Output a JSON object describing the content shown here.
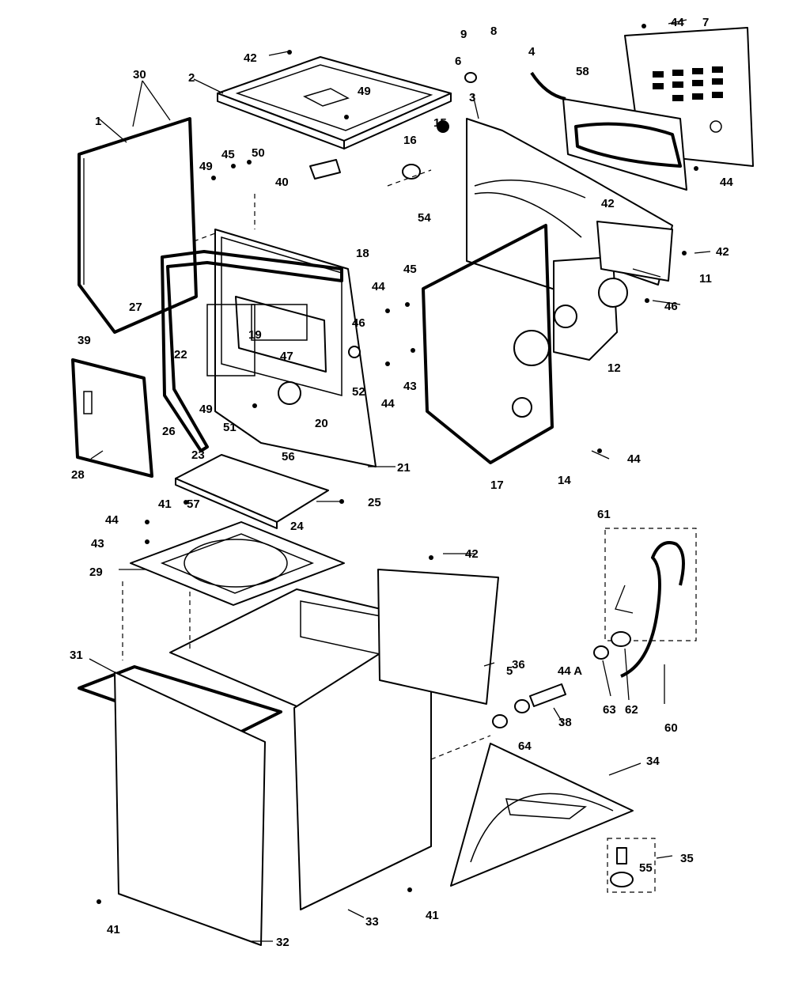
{
  "callouts": {
    "c1": "1",
    "c2": "2",
    "c3": "3",
    "c4": "4",
    "c5": "5",
    "c6": "6",
    "c7": "7",
    "c8": "8",
    "c9": "9",
    "c11": "11",
    "c12": "12",
    "c14": "14",
    "c15": "15",
    "c16": "16",
    "c17": "17",
    "c18": "18",
    "c19": "19",
    "c20": "20",
    "c21": "21",
    "c22": "22",
    "c23": "23",
    "c24": "24",
    "c25": "25",
    "c26": "26",
    "c27": "27",
    "c28": "28",
    "c29": "29",
    "c30": "30",
    "c31": "31",
    "c32": "32",
    "c33": "33",
    "c34": "34",
    "c35": "35",
    "c36": "36",
    "c38": "38",
    "c39": "39",
    "c40": "40",
    "c41": "41",
    "c42": "42",
    "c43": "43",
    "c44": "44",
    "c44a": "44 A",
    "c45": "45",
    "c46": "46",
    "c47": "47",
    "c49": "49",
    "c50": "50",
    "c51": "51",
    "c52": "52",
    "c54": "54",
    "c55": "55",
    "c56": "56",
    "c57": "57",
    "c58": "58",
    "c60": "60",
    "c61": "61",
    "c62": "62",
    "c63": "63",
    "c64": "64"
  }
}
